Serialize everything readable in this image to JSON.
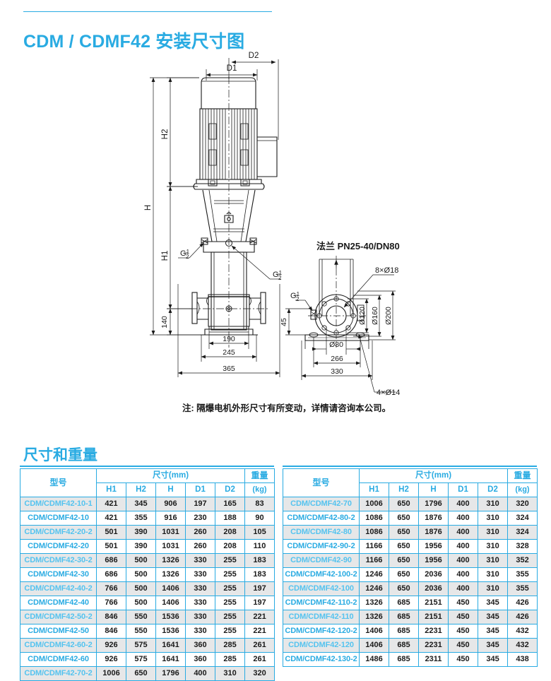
{
  "header": {
    "title": "CDM / CDMF42 安装尺寸图"
  },
  "drawing": {
    "labels": {
      "d1": "D1",
      "d2": "D2",
      "h": "H",
      "h1": "H1",
      "h2": "H2",
      "dim_140": "140",
      "dim_190": "190",
      "dim_245": "245",
      "dim_365": "365",
      "gauge_port_upper": "G½",
      "gauge_port_lower": "G½",
      "flange_title": "法兰 PN25-40/DN80",
      "flange_gauge": "G½",
      "flange_45": "45",
      "bolt_8x18": "8×Ø18",
      "bolt_4x14": "4×Ø14",
      "dia_120": "Ø120",
      "dia_160": "Ø160",
      "dia_200": "Ø200",
      "dia_80": "Ø80",
      "dim_266": "266",
      "dim_330": "330"
    }
  },
  "note": "注: 隔爆电机外形尺寸有所变动，详情请咨询本公司。",
  "section": {
    "heading": "尺寸和重量"
  },
  "table_headers": {
    "model": "型号",
    "dimensions": "尺寸(mm)",
    "weight": "重量",
    "weight_unit": "(kg)",
    "h1": "H1",
    "h2": "H2",
    "h": "H",
    "d1": "D1",
    "d2": "D2"
  },
  "table_left": {
    "rows": [
      {
        "model": "CDM/CDMF42-10-1",
        "h1": "421",
        "h2": "345",
        "h": "906",
        "d1": "197",
        "d2": "165",
        "kg": "83",
        "shaded": true
      },
      {
        "model": "CDM/CDMF42-10",
        "h1": "421",
        "h2": "355",
        "h": "916",
        "d1": "230",
        "d2": "188",
        "kg": "90",
        "shaded": false
      },
      {
        "model": "CDM/CDMF42-20-2",
        "h1": "501",
        "h2": "390",
        "h": "1031",
        "d1": "260",
        "d2": "208",
        "kg": "105",
        "shaded": true
      },
      {
        "model": "CDM/CDMF42-20",
        "h1": "501",
        "h2": "390",
        "h": "1031",
        "d1": "260",
        "d2": "208",
        "kg": "110",
        "shaded": false
      },
      {
        "model": "CDM/CDMF42-30-2",
        "h1": "686",
        "h2": "500",
        "h": "1326",
        "d1": "330",
        "d2": "255",
        "kg": "183",
        "shaded": true
      },
      {
        "model": "CDM/CDMF42-30",
        "h1": "686",
        "h2": "500",
        "h": "1326",
        "d1": "330",
        "d2": "255",
        "kg": "183",
        "shaded": false
      },
      {
        "model": "CDM/CDMF42-40-2",
        "h1": "766",
        "h2": "500",
        "h": "1406",
        "d1": "330",
        "d2": "255",
        "kg": "197",
        "shaded": true
      },
      {
        "model": "CDM/CDMF42-40",
        "h1": "766",
        "h2": "500",
        "h": "1406",
        "d1": "330",
        "d2": "255",
        "kg": "197",
        "shaded": false
      },
      {
        "model": "CDM/CDMF42-50-2",
        "h1": "846",
        "h2": "550",
        "h": "1536",
        "d1": "330",
        "d2": "255",
        "kg": "221",
        "shaded": true
      },
      {
        "model": "CDM/CDMF42-50",
        "h1": "846",
        "h2": "550",
        "h": "1536",
        "d1": "330",
        "d2": "255",
        "kg": "221",
        "shaded": false
      },
      {
        "model": "CDM/CDMF42-60-2",
        "h1": "926",
        "h2": "575",
        "h": "1641",
        "d1": "360",
        "d2": "285",
        "kg": "261",
        "shaded": true
      },
      {
        "model": "CDM/CDMF42-60",
        "h1": "926",
        "h2": "575",
        "h": "1641",
        "d1": "360",
        "d2": "285",
        "kg": "261",
        "shaded": false
      },
      {
        "model": "CDM/CDMF42-70-2",
        "h1": "1006",
        "h2": "650",
        "h": "1796",
        "d1": "400",
        "d2": "310",
        "kg": "320",
        "shaded": true
      }
    ]
  },
  "table_right": {
    "rows": [
      {
        "model": "CDM/CDMF42-70",
        "h1": "1006",
        "h2": "650",
        "h": "1796",
        "d1": "400",
        "d2": "310",
        "kg": "320",
        "shaded": true
      },
      {
        "model": "CDM/CDMF42-80-2",
        "h1": "1086",
        "h2": "650",
        "h": "1876",
        "d1": "400",
        "d2": "310",
        "kg": "324",
        "shaded": false
      },
      {
        "model": "CDM/CDMF42-80",
        "h1": "1086",
        "h2": "650",
        "h": "1876",
        "d1": "400",
        "d2": "310",
        "kg": "324",
        "shaded": true
      },
      {
        "model": "CDM/CDMF42-90-2",
        "h1": "1166",
        "h2": "650",
        "h": "1956",
        "d1": "400",
        "d2": "310",
        "kg": "328",
        "shaded": false
      },
      {
        "model": "CDM/CDMF42-90",
        "h1": "1166",
        "h2": "650",
        "h": "1956",
        "d1": "400",
        "d2": "310",
        "kg": "352",
        "shaded": true
      },
      {
        "model": "CDM/CDMF42-100-2",
        "h1": "1246",
        "h2": "650",
        "h": "2036",
        "d1": "400",
        "d2": "310",
        "kg": "355",
        "shaded": false
      },
      {
        "model": "CDM/CDMF42-100",
        "h1": "1246",
        "h2": "650",
        "h": "2036",
        "d1": "400",
        "d2": "310",
        "kg": "355",
        "shaded": true
      },
      {
        "model": "CDM/CDMF42-110-2",
        "h1": "1326",
        "h2": "685",
        "h": "2151",
        "d1": "450",
        "d2": "345",
        "kg": "426",
        "shaded": false
      },
      {
        "model": "CDM/CDMF42-110",
        "h1": "1326",
        "h2": "685",
        "h": "2151",
        "d1": "450",
        "d2": "345",
        "kg": "426",
        "shaded": true
      },
      {
        "model": "CDM/CDMF42-120-2",
        "h1": "1406",
        "h2": "685",
        "h": "2231",
        "d1": "450",
        "d2": "345",
        "kg": "432",
        "shaded": false
      },
      {
        "model": "CDM/CDMF42-120",
        "h1": "1406",
        "h2": "685",
        "h": "2231",
        "d1": "450",
        "d2": "345",
        "kg": "432",
        "shaded": true
      },
      {
        "model": "CDM/CDMF42-130-2",
        "h1": "1486",
        "h2": "685",
        "h": "2311",
        "d1": "450",
        "d2": "345",
        "kg": "438",
        "shaded": false
      }
    ]
  },
  "colors": {
    "brand_blue": "#29abe2",
    "shaded_row_bg": "#e6e7e8",
    "shaded_row_text": "#54c3ef",
    "line": "#1a1a1a"
  }
}
